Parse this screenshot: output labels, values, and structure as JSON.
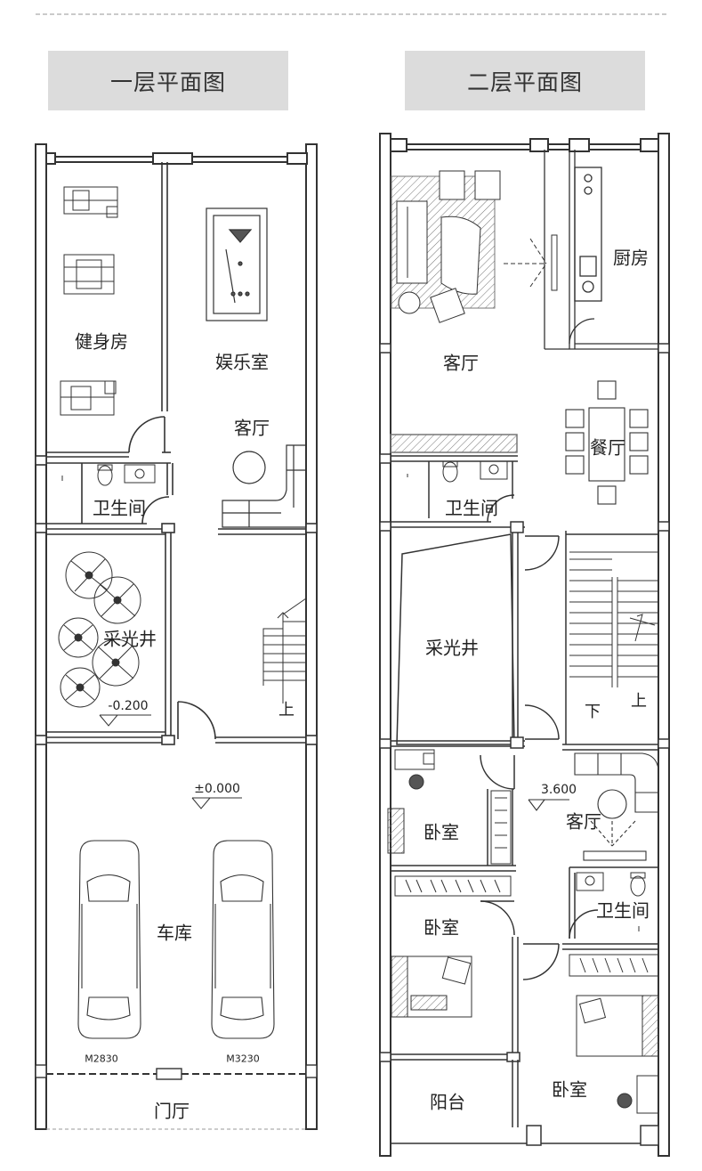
{
  "titles": {
    "floor1": "一层平面图",
    "floor2": "二层平面图"
  },
  "floor1": {
    "rooms": {
      "gym": "健身房",
      "entertainment": "娱乐室",
      "living": "客厅",
      "bathroom": "卫生间",
      "lightwell": "采光井",
      "garage": "车库",
      "foyer": "门厅"
    },
    "stair_up": "上",
    "elevations": {
      "lightwell": "-0.200",
      "garage": "±0.000"
    },
    "door_codes": {
      "left": "M2830",
      "right": "M3230"
    }
  },
  "floor2": {
    "rooms": {
      "living": "客厅",
      "kitchen": "厨房",
      "dining": "餐厅",
      "bathroom1": "卫生间",
      "lightwell": "采光井",
      "bedroom1": "卧室",
      "living_small": "客厅",
      "bedroom2": "卧室",
      "bathroom2": "卫生间",
      "balcony": "阳台",
      "bedroom3": "卧室"
    },
    "stair_down": "下",
    "stair_up": "上",
    "elevation": "3.600"
  },
  "colors": {
    "line": "#333333",
    "title_bg": "#dcdcdc",
    "title_text": "#333333"
  }
}
